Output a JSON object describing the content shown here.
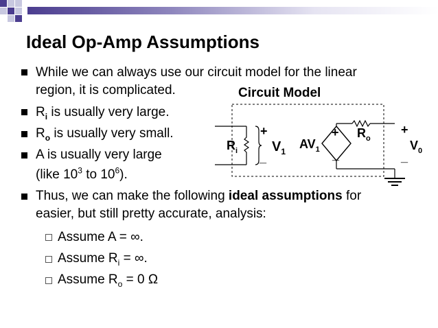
{
  "slide": {
    "title": "Ideal Op-Amp Assumptions",
    "bullets": [
      {
        "line1": "While we can always use our circuit model for the linear",
        "line2": "region, it is complicated."
      },
      {
        "symbol": "R",
        "sub": "i",
        "text": " is usually very large."
      },
      {
        "symbol": "R",
        "sub": "o",
        "text": " is usually very small."
      },
      {
        "line1": "A is usually very large",
        "line2_pre": "(like 10",
        "sup1": "3",
        "line2_mid": " to 10",
        "sup2": "6",
        "line2_post": ")."
      },
      {
        "line1_pre": "Thus, we can make the following ",
        "line1_bold": "ideal assumptions",
        "line1_post": " for",
        "line2": "easier, but still pretty accurate, analysis:"
      }
    ],
    "subbullets": [
      {
        "pre": "Assume A = ∞.",
        "sub": "",
        "post": ""
      },
      {
        "pre": "Assume R",
        "sub": "i",
        "post": " = ∞."
      },
      {
        "pre": "Assume R",
        "sub": "o",
        "post": " = 0 Ω"
      }
    ]
  },
  "circuit": {
    "title": "Circuit Model",
    "ri_label": "R",
    "ri_sub": "i",
    "v1_label": "V",
    "v1_sub": "1",
    "plus": "+",
    "minus": "_",
    "source_label": "AV",
    "source_sub": "1",
    "ro_label": "R",
    "ro_sub": "o",
    "v0_label": "V",
    "v0_sub": "0"
  },
  "colors": {
    "accent_purple": "#4b3d8f",
    "accent_light": "#c8c8e0"
  }
}
